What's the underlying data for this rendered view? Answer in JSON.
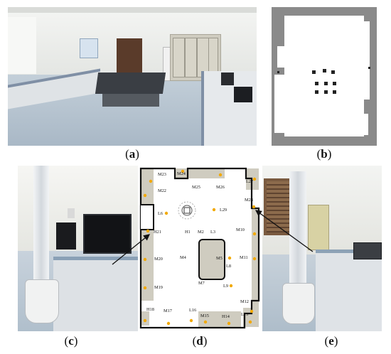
{
  "captions": {
    "a": "a",
    "b": "b",
    "c": "c",
    "d": "d",
    "e": "e"
  },
  "map_labels": {
    "M23": "M23",
    "M24": "M24",
    "M25": "M25",
    "M26": "M26",
    "L27": "L27",
    "M22": "M22",
    "M28": "M28",
    "L6": "L6",
    "L29": "L29",
    "H21": "H21",
    "H1": "H1",
    "M2": "M2",
    "L3": "L3",
    "M10": "M10",
    "M20": "M20",
    "M4": "M4",
    "M5": "M5",
    "M11": "M11",
    "L8": "L8",
    "M7": "M7",
    "M19": "M19",
    "L9": "L9",
    "M12": "M12",
    "H18": "H18",
    "M17": "M17",
    "L16": "L16",
    "M15": "M15",
    "H14": "H14",
    "L13": "L13"
  },
  "colors": {
    "marker": "#f2a900",
    "shelf": "#cfccc0",
    "map_border": "#111111",
    "occupied_gray": "#8a8a8a"
  }
}
